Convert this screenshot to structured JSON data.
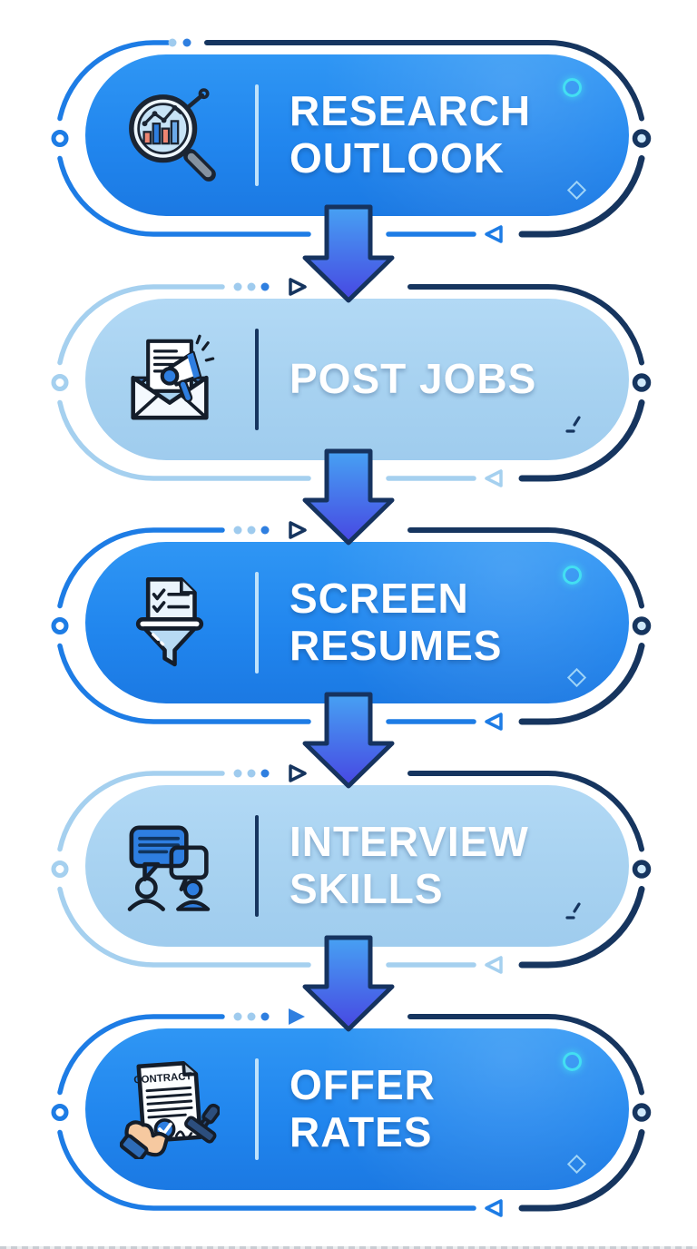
{
  "steps": [
    {
      "line1": "RESEARCH",
      "line2": "OUTLOOK",
      "icon": "magnifier-chart-icon",
      "variant": "blue"
    },
    {
      "line1": "POST JOBS",
      "line2": "",
      "icon": "envelope-megaphone-icon",
      "variant": "light"
    },
    {
      "line1": "SCREEN",
      "line2": "RESUMES",
      "icon": "funnel-document-icon",
      "variant": "blue"
    },
    {
      "line1": "INTERVIEW",
      "line2": "SKILLS",
      "icon": "chat-people-icon",
      "variant": "light"
    },
    {
      "line1": "OFFER",
      "line2": "RATES",
      "icon": "contract-stamp-icon",
      "variant": "blue"
    }
  ],
  "contract_icon_label": "CONTRACT",
  "colors": {
    "pill_blue": "#2186ee",
    "pill_light": "#a6d1f0",
    "outline_navy": "#16355f",
    "outline_blue": "#1d7ce5",
    "outline_light": "#a5d0ef",
    "dot_light": "#9fcbee",
    "dot_blue": "#2f7fe0",
    "arrow_top": "#47a1f3",
    "arrow_bottom": "#4747e2",
    "arrow_stroke": "#16335f",
    "accent_teal": "#43dff2",
    "donut_center": "#cfe9fb",
    "text_white": "#ffffff"
  }
}
